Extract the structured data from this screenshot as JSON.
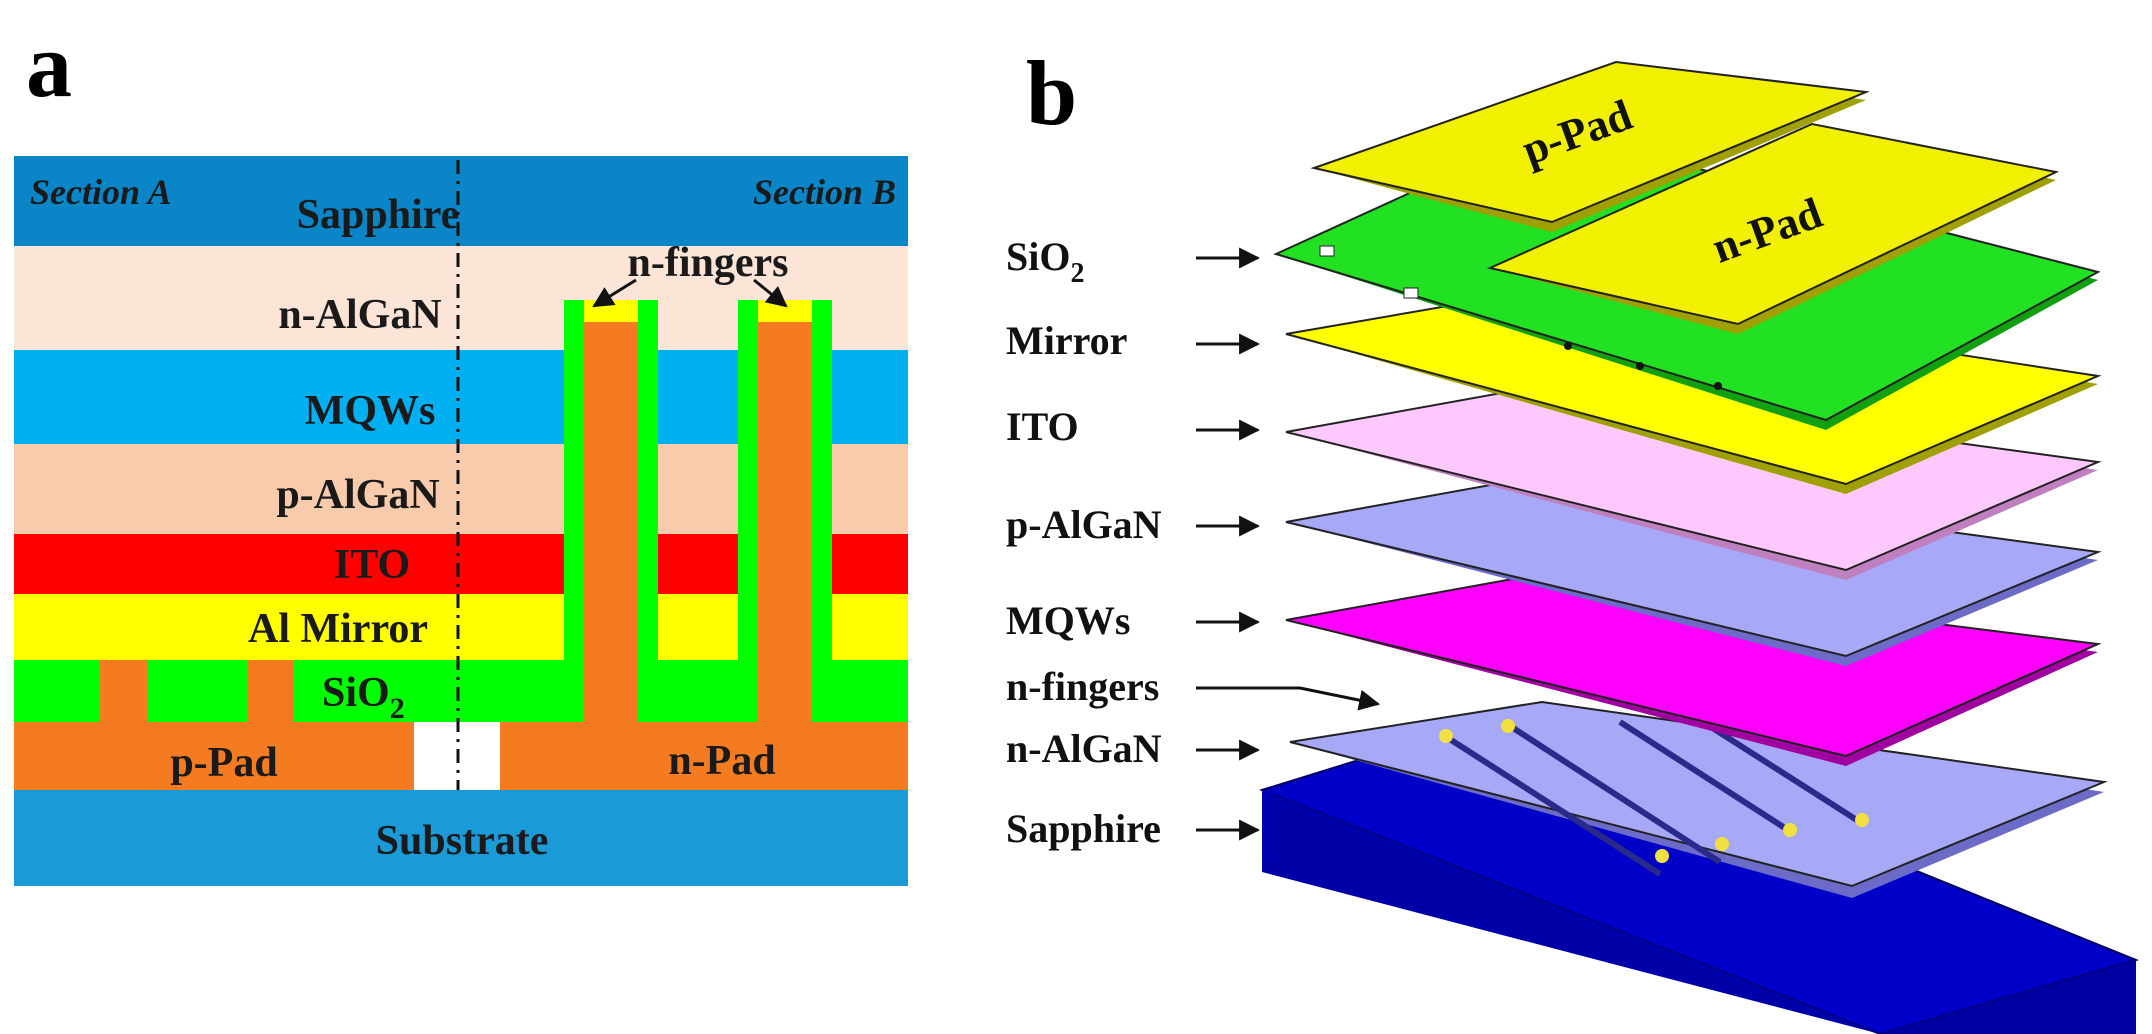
{
  "panel_a": {
    "letter": "a",
    "section_a": "Section A",
    "section_b": "Section B",
    "layers": {
      "sapphire": "Sapphire",
      "n_algan": "n-AlGaN",
      "mqws": "MQWs",
      "p_algan": "p-AlGaN",
      "ito": "ITO",
      "mirror": "Al Mirror",
      "sio2_main": "SiO",
      "sio2_sub": "2",
      "p_pad": "p-Pad",
      "n_pad": "n-Pad",
      "substrate": "Substrate"
    },
    "n_fingers": "n-fingers"
  },
  "panel_b": {
    "letter": "b",
    "p_pad": "p-Pad",
    "n_pad": "n-Pad",
    "labels": {
      "sio2_main": "SiO",
      "sio2_sub": "2",
      "mirror": "Mirror",
      "ito": "ITO",
      "p_algan": "p-AlGaN",
      "mqws": "MQWs",
      "n_fingers": "n-fingers",
      "n_algan": "n-AlGaN",
      "sapphire": "Sapphire"
    }
  },
  "colors": {
    "sapphire_top": "#0a86c8",
    "n_algan": "#fce4d6",
    "mqws": "#00b0f0",
    "p_algan": "#f8cbad",
    "ito": "#ff0000",
    "mirror": "#ffff00",
    "sio2": "#00ff00",
    "pad": "#f47b20",
    "substrate": "#1a9ad6",
    "b_sio2": "#22e022",
    "b_mirror": "#ffff00",
    "b_pad": "#f0f000",
    "b_ito": "#ffc8ff",
    "b_palgan": "#a8a8f8",
    "b_mqws": "#ff00ff",
    "b_nalgan": "#a8a8f8",
    "b_sapphire": "#0000c8"
  }
}
